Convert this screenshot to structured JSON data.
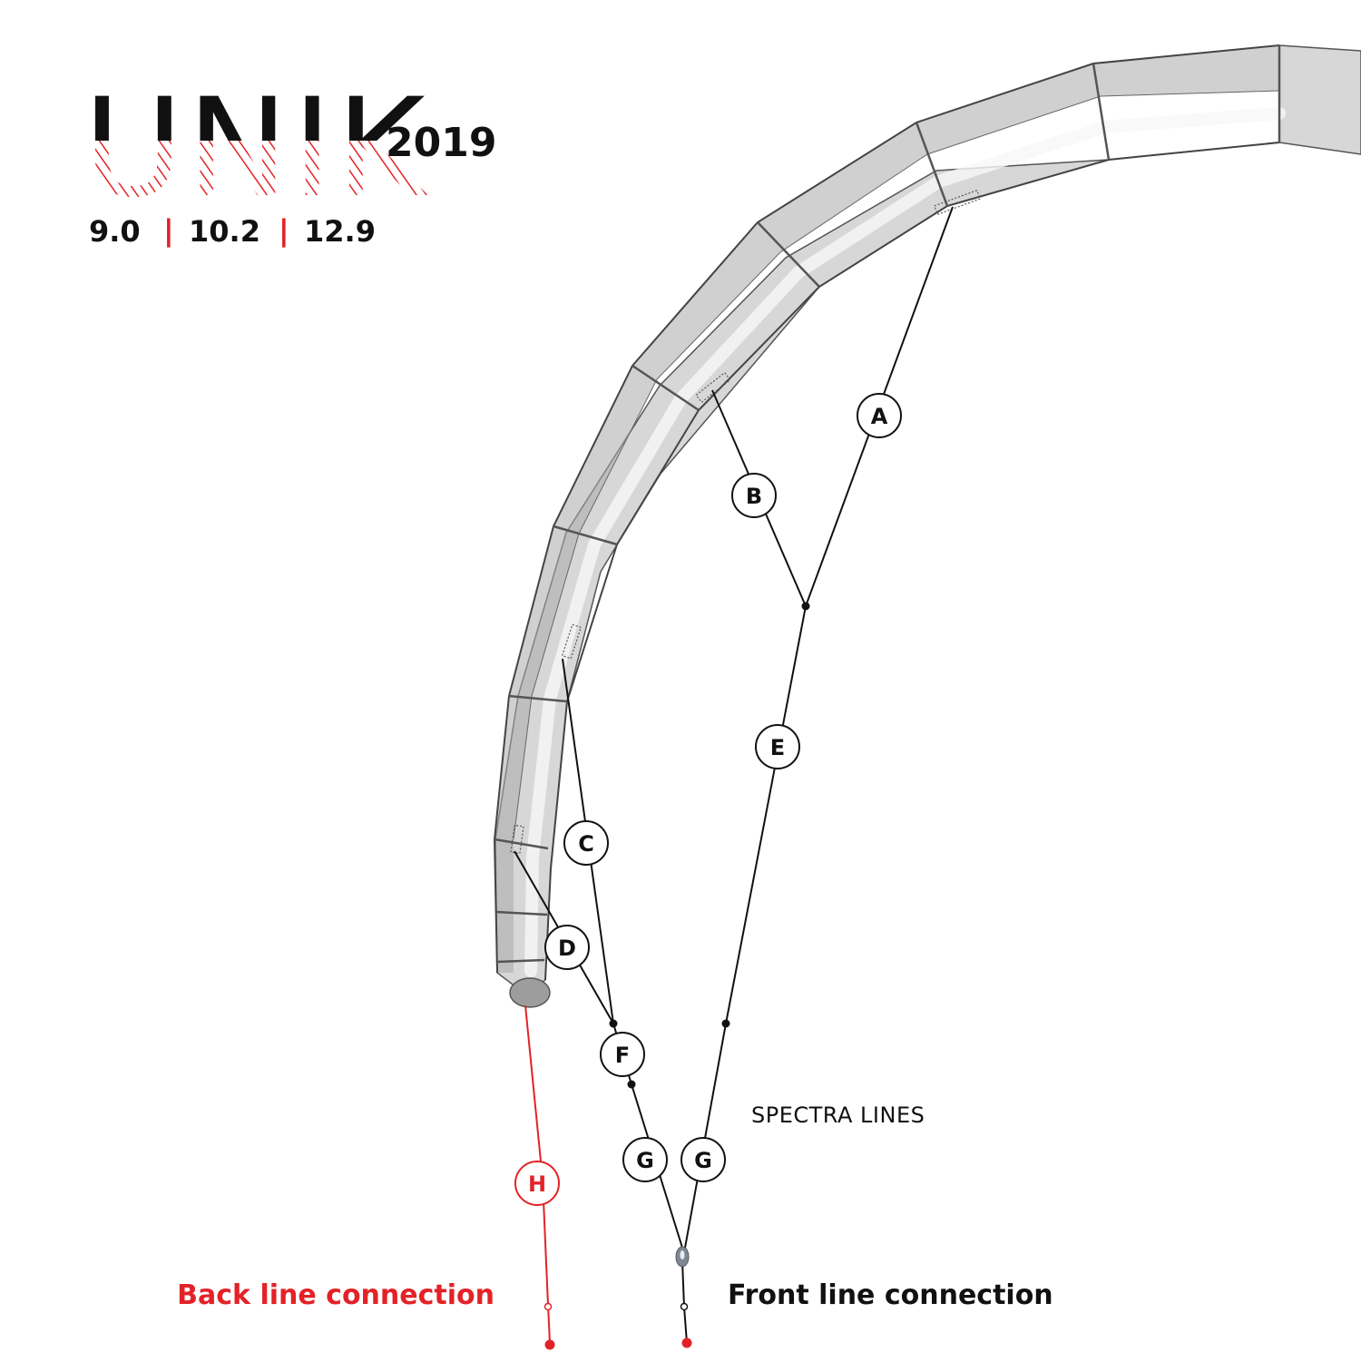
{
  "logo": {
    "brand": "UNIK",
    "year": "2019",
    "sizes": [
      "9.0",
      "10.2",
      "12.9"
    ],
    "separator": "|",
    "colors": {
      "text": "#111111",
      "accent": "#e32227"
    }
  },
  "lines": {
    "labels": {
      "A": "A",
      "B": "B",
      "C": "C",
      "D": "D",
      "E": "E",
      "F": "F",
      "G1": "G",
      "G2": "G",
      "H": "H"
    },
    "spectra_label": "SPECTRA LINES",
    "back_connection": "Back line connection",
    "front_connection": "Front line connection",
    "colors": {
      "line": "#111111",
      "back_line": "#e32227",
      "tube": "#c9c9c9"
    }
  }
}
